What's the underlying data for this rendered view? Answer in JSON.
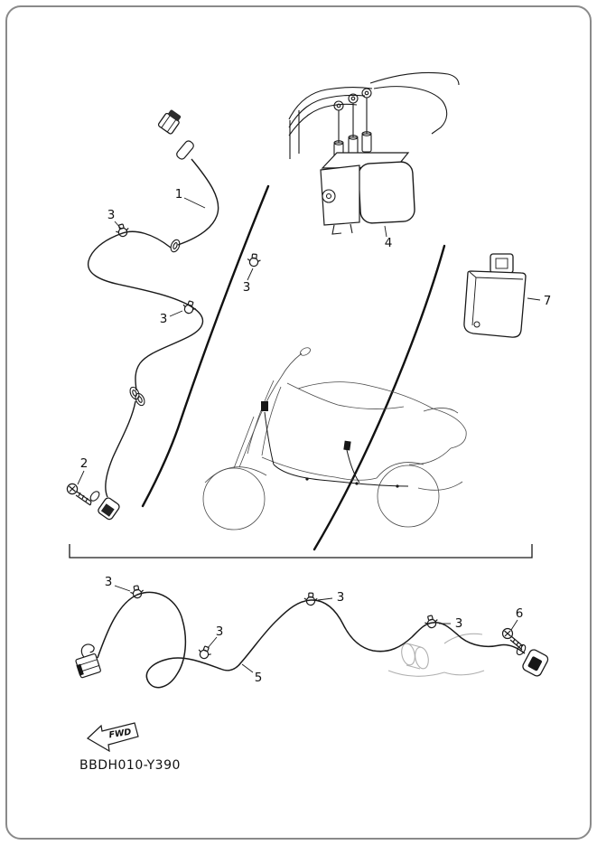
{
  "meta": {
    "drawing_code": "BBDH010-Y390",
    "direction_marker": "FWD"
  },
  "colors": {
    "line": "#1a1a1a",
    "light_line": "#b0b0b0",
    "border": "#8a8a8a",
    "background": "#ffffff"
  },
  "callouts": [
    {
      "ref": "1"
    },
    {
      "ref": "3"
    },
    {
      "ref": "3"
    },
    {
      "ref": "3"
    },
    {
      "ref": "2"
    },
    {
      "ref": "4"
    },
    {
      "ref": "7"
    },
    {
      "ref": "3"
    },
    {
      "ref": "3"
    },
    {
      "ref": "3"
    },
    {
      "ref": "3"
    },
    {
      "ref": "5"
    },
    {
      "ref": "6"
    }
  ]
}
